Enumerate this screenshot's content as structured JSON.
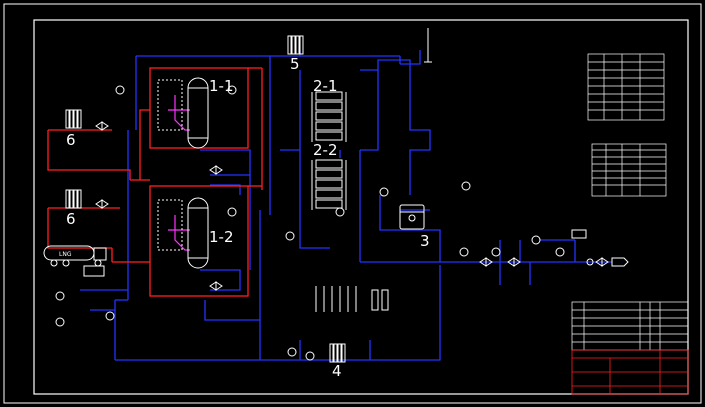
{
  "colors": {
    "background": "#000000",
    "frame": "#ffffff",
    "blue_pipe": "#2233ff",
    "red_pipe": "#ff2020",
    "magenta_pipe": "#ff33ff",
    "equipment": "#ffffff"
  },
  "labels": {
    "tank_1_1": "1-1",
    "tank_1_2": "1-2",
    "vaporizer_2_1": "2-1",
    "vaporizer_2_2": "2-2",
    "heater_3": "3",
    "heater_4": "4",
    "heater_5": "5",
    "vaporizer_6a": "6",
    "vaporizer_6b": "6",
    "truck": "LNG"
  },
  "icons": [
    "vent-stack-icon",
    "fin-vaporizer-icon",
    "tank-truck-icon",
    "valve-icon",
    "pressure-gauge-icon",
    "heat-exchanger-icon"
  ]
}
